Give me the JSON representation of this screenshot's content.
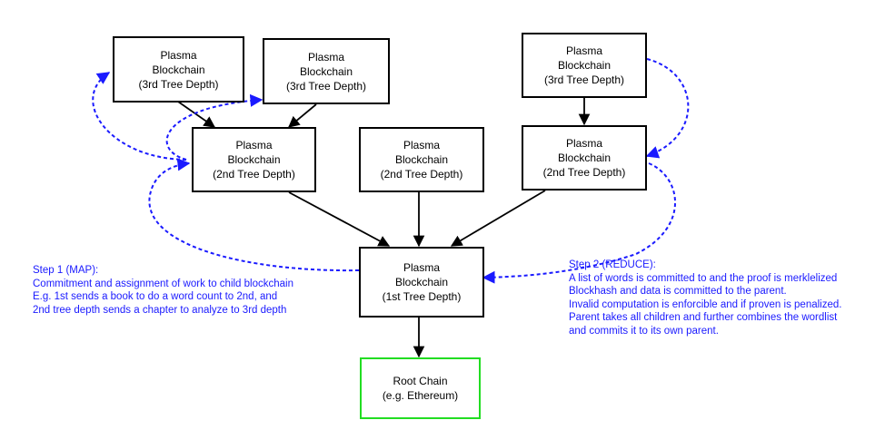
{
  "nodes": {
    "d3_left": {
      "lines": [
        "Plasma",
        "Blockchain",
        "(3rd Tree Depth)"
      ]
    },
    "d3_mid": {
      "lines": [
        "Plasma",
        "Blockchain",
        "(3rd Tree Depth)"
      ]
    },
    "d3_right": {
      "lines": [
        "Plasma",
        "Blockchain",
        "(3rd Tree Depth)"
      ]
    },
    "d2_left": {
      "lines": [
        "Plasma",
        "Blockchain",
        "(2nd Tree Depth)"
      ]
    },
    "d2_mid": {
      "lines": [
        "Plasma",
        "Blockchain",
        "(2nd Tree Depth)"
      ]
    },
    "d2_right": {
      "lines": [
        "Plasma",
        "Blockchain",
        "(2nd Tree Depth)"
      ]
    },
    "d1": {
      "lines": [
        "Plasma",
        "Blockchain",
        "(1st Tree Depth)"
      ]
    },
    "root": {
      "lines": [
        "Root Chain",
        "(e.g. Ethereum)"
      ]
    }
  },
  "step1": {
    "lines": [
      "Step 1 (MAP):",
      "Commitment and assignment of work to child blockchain",
      "E.g. 1st sends a book to do a word count to 2nd, and",
      "2nd tree depth sends a chapter to analyze to 3rd depth"
    ]
  },
  "step2": {
    "lines": [
      "Step 2 (REDUCE):",
      "A list of words is committed to and the proof is merklelized",
      "Blockhash and data is committed to the parent.",
      "Invalid computation is enforcible and if proven is penalized.",
      "Parent takes all children and further combines the wordlist",
      "and commits it to its own parent."
    ]
  },
  "colors": {
    "edge": "#000000",
    "dashed": "#1a1aff",
    "root_border": "#22dd22"
  }
}
